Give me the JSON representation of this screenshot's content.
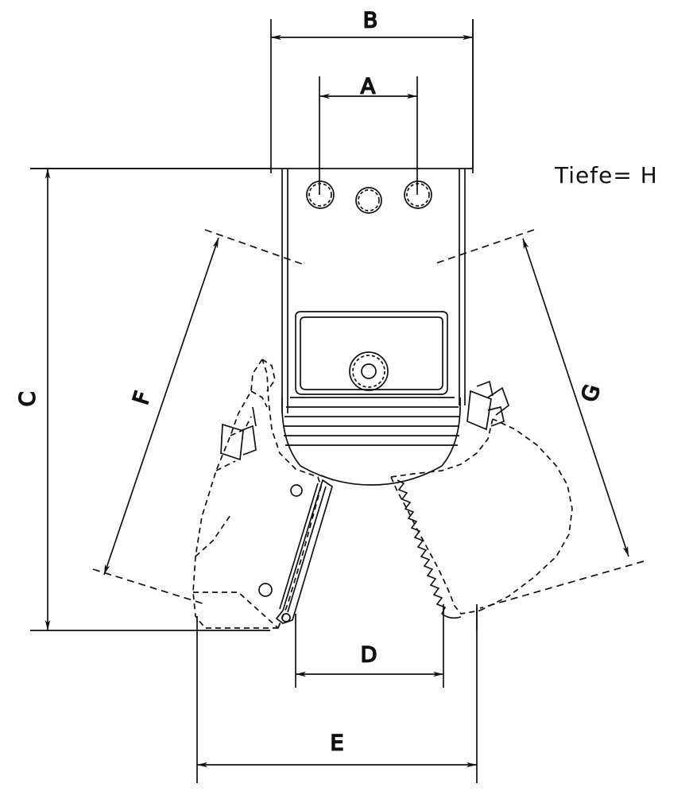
{
  "drawing": {
    "title": "Hydraulic sorting grapple — dimensioned front elevation",
    "style": "technical-line-drawing",
    "line_color": "#111111",
    "background_color": "#ffffff"
  },
  "dimensions": {
    "A": {
      "label": "A",
      "orientation": "horizontal",
      "position": "top-inner",
      "note": "bolt hole centre spacing"
    },
    "B": {
      "label": "B",
      "orientation": "horizontal",
      "position": "top-outer",
      "note": "mounting head width"
    },
    "C": {
      "label": "C",
      "orientation": "vertical-rotated",
      "position": "left",
      "note": "overall height"
    },
    "D": {
      "label": "D",
      "orientation": "horizontal",
      "position": "bottom-inner",
      "note": "jaw tip opening"
    },
    "E": {
      "label": "E",
      "orientation": "horizontal",
      "position": "bottom-outer",
      "note": "overall open width"
    },
    "F": {
      "label": "F",
      "orientation": "diagonal-rotated",
      "position": "left-diagonal",
      "note": "left jaw length"
    },
    "G": {
      "label": "G",
      "orientation": "diagonal-rotated",
      "position": "right-diagonal",
      "note": "right jaw length"
    },
    "H": {
      "label": "H",
      "note": "depth dimension"
    }
  },
  "annotations": {
    "depth_text": "Tiefe= H"
  },
  "components": {
    "mounting_bracket": "mounting-bracket",
    "bolt_holes": [
      {
        "name": "bolt-hole-left"
      },
      {
        "name": "bolt-hole-center"
      },
      {
        "name": "bolt-hole-right"
      }
    ],
    "cylinder_body": "hydraulic-cylinder-body",
    "pivot_hub": "central-pivot-hub",
    "left_jaw": "left-bucket-jaw",
    "right_jaw": "right-serrated-jaw",
    "hydraulic_fitting_left": "hydraulic-fitting-left",
    "hydraulic_fitting_right": "hydraulic-fitting-right",
    "jaw_cylinder_rod": "jaw-cylinder-rod"
  }
}
